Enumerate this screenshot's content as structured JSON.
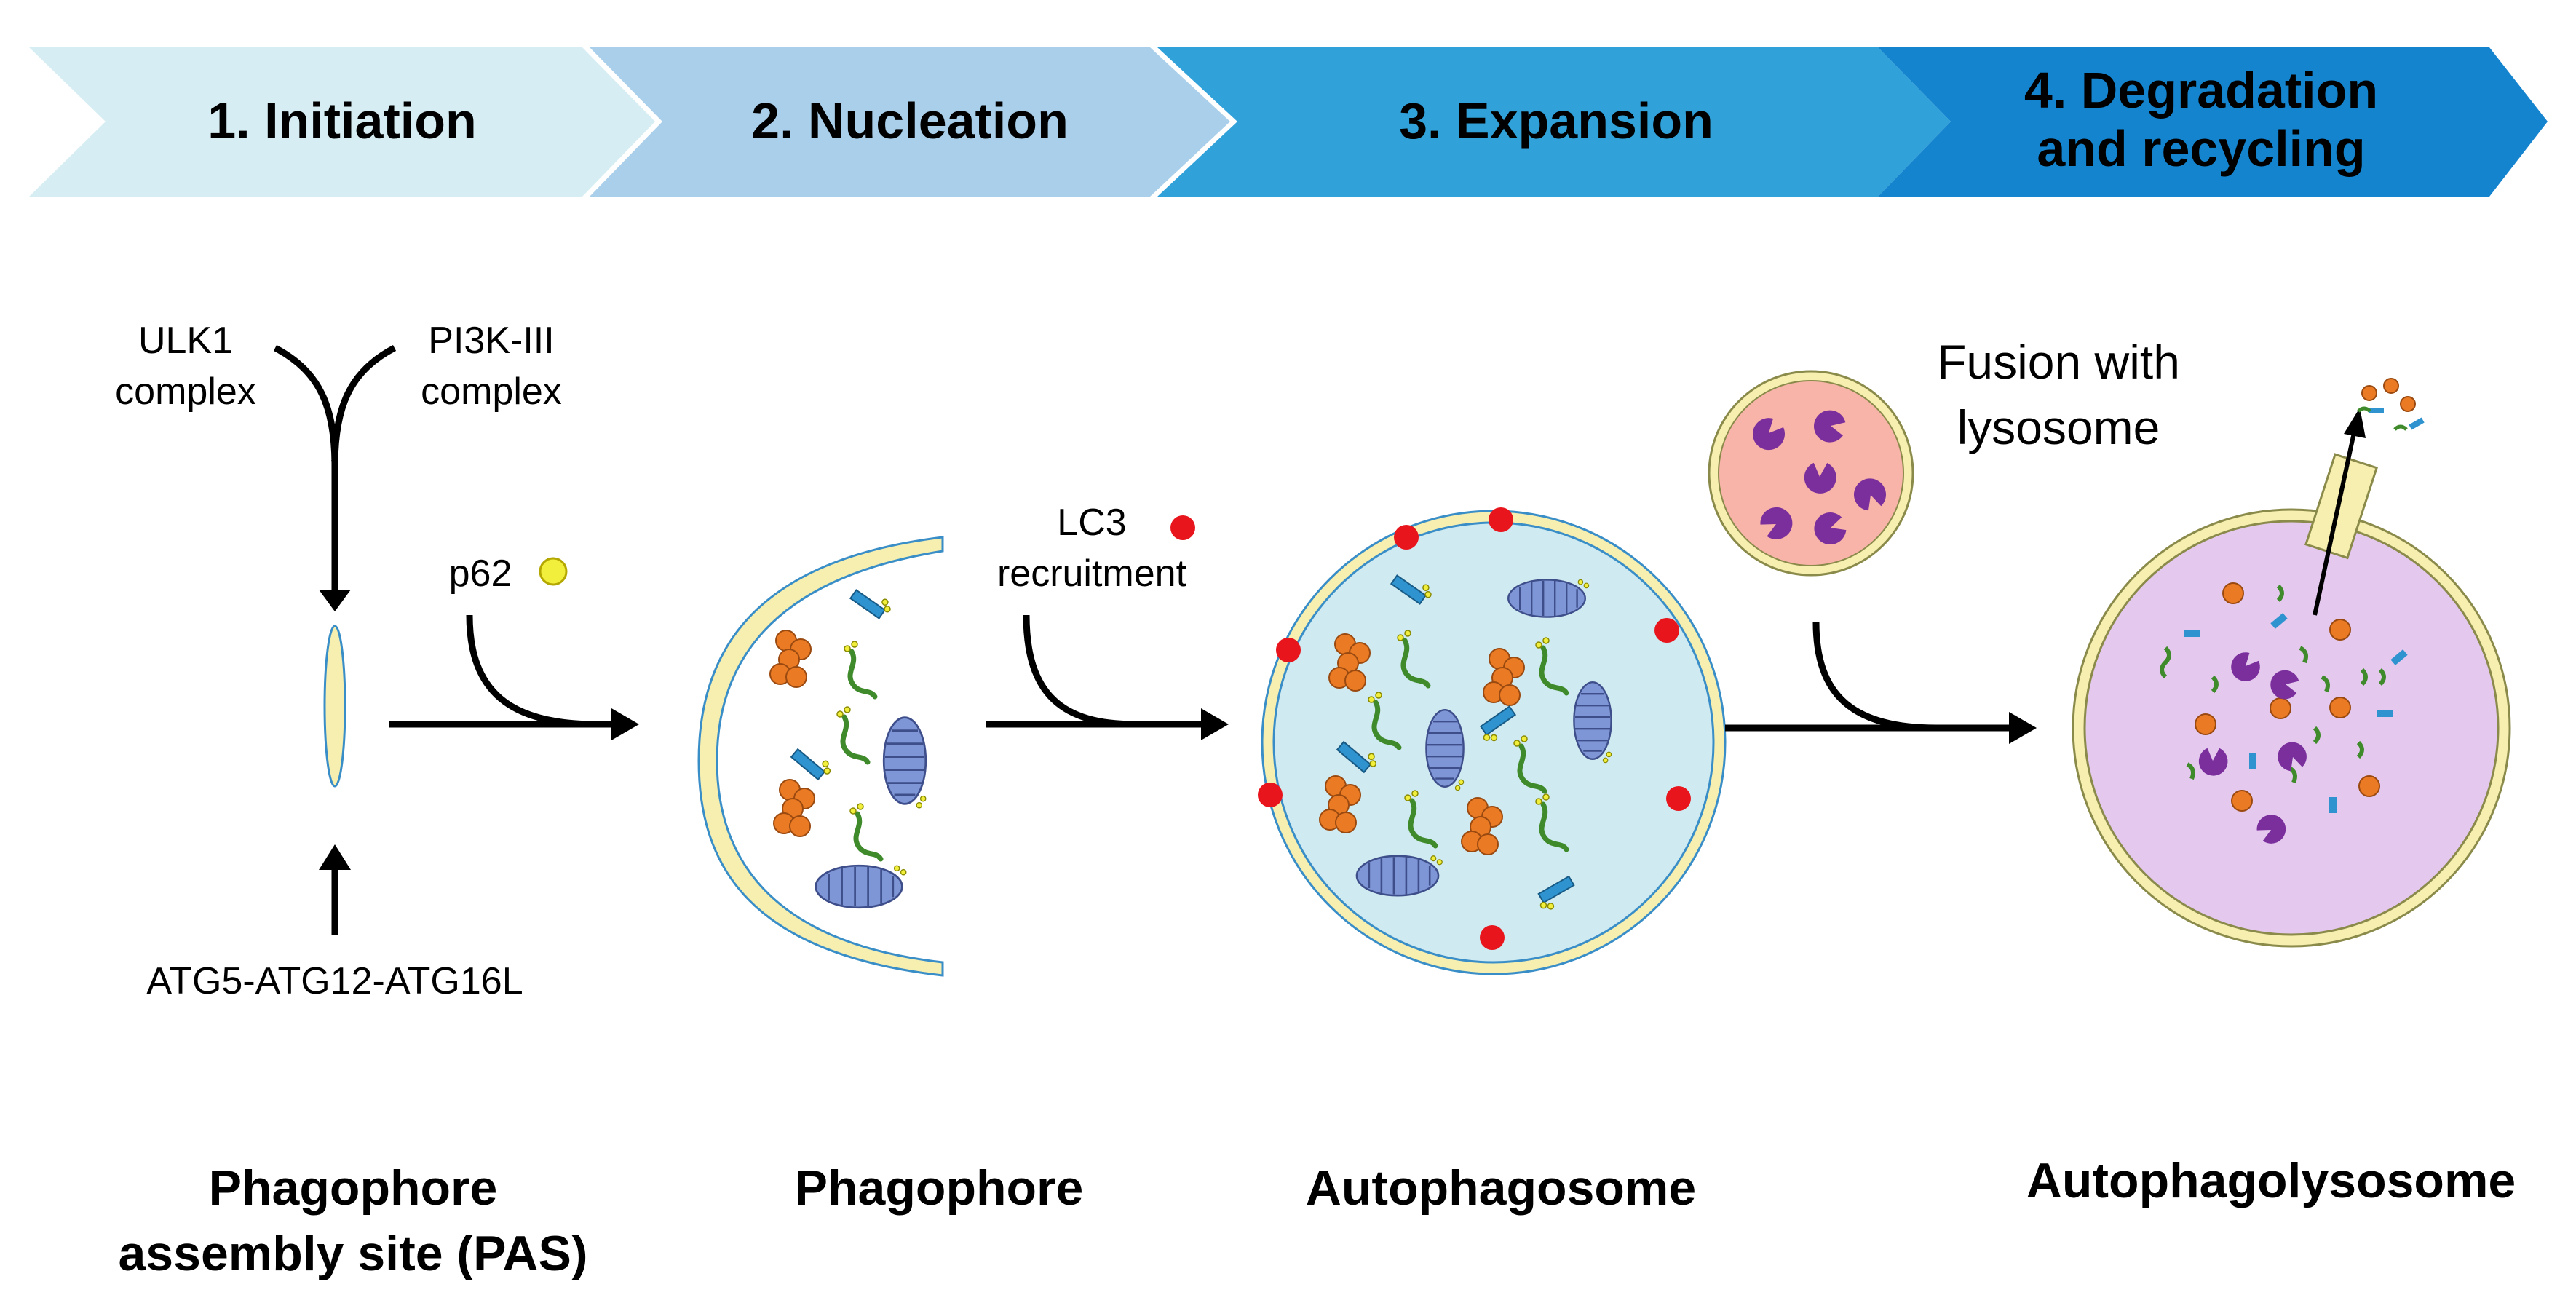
{
  "stages": [
    {
      "label": "1. Initiation",
      "color": "#d6eef3"
    },
    {
      "label": "2. Nucleation",
      "color": "#a9cfeb"
    },
    {
      "label": "3. Expansion",
      "color": "#31a1d9"
    },
    {
      "label_line1": "4.  Degradation",
      "label_line2": "and recycling",
      "color": "#1584cf"
    }
  ],
  "labels": {
    "ulk1_line1": "ULK1",
    "ulk1_line2": "complex",
    "pi3k_line1": "PI3K-III",
    "pi3k_line2": "complex",
    "atg": "ATG5-ATG12-ATG16L",
    "p62": "p62",
    "lc3_line1": "LC3",
    "lc3_line2": "recruitment",
    "fusion_line1": "Fusion with",
    "fusion_line2": "lysosome"
  },
  "structures": {
    "pas_line1": "Phagophore",
    "pas_line2": "assembly site (PAS)",
    "phagophore": "Phagophore",
    "autophagosome": "Autophagosome",
    "autophagolysosome": "Autophagolysosome"
  },
  "colors": {
    "p62": "#f2ef3c",
    "lc3": "#e8151d",
    "protein": "#ea7a24",
    "rna": "#3f8a2b",
    "organelle_fragment": "#2f93cf",
    "mitochondrion": "#7e96d6",
    "autophagosome_fill": "#cfeaf0",
    "lysosome_fill": "#f8b4a8",
    "autophagolysosome_fill": "#e4c8ee",
    "membrane": "#f7efb0",
    "enzyme": "#7a2f9d"
  }
}
